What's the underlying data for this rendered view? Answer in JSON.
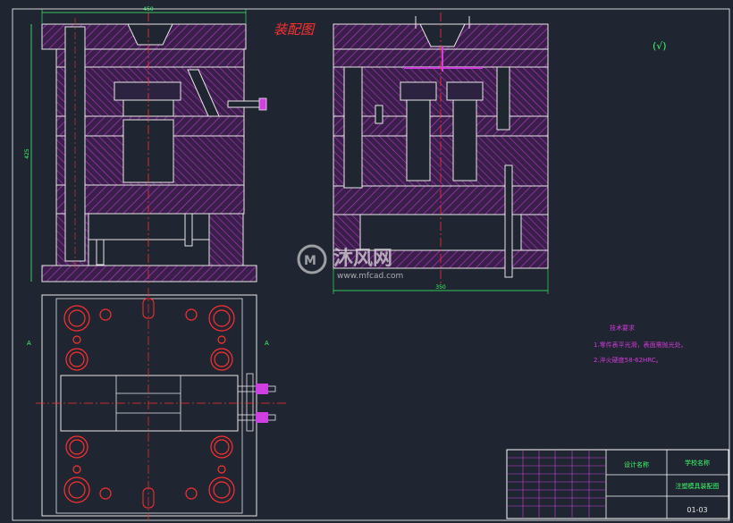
{
  "title": "装配图",
  "tech_req": {
    "heading": "技术要求",
    "line1": "1.零件表平光滑，表面需抛光处。",
    "line2": "2.淬火硬度58-62HRC。"
  },
  "dims": {
    "top_width": "450",
    "height": "425",
    "side_width": "350"
  },
  "section_marks": {
    "left": "A",
    "right": "A"
  },
  "surface_symbol": "(√)",
  "title_block": {
    "company": "设计名称",
    "drawing_name": "学校名称",
    "drawing_title": "注塑模具装配图",
    "drawing_no": "01-03"
  },
  "watermark": {
    "brand": "沐风网",
    "url": "www.mfcad.com"
  },
  "colors": {
    "background": "#1f2531",
    "outline": "#e8e8e8",
    "hatch": "#9a2fa8",
    "centerline": "#ff3030",
    "dimension": "#3cff6a",
    "frame": "#ffffff",
    "note_text": "#d03cd8"
  }
}
